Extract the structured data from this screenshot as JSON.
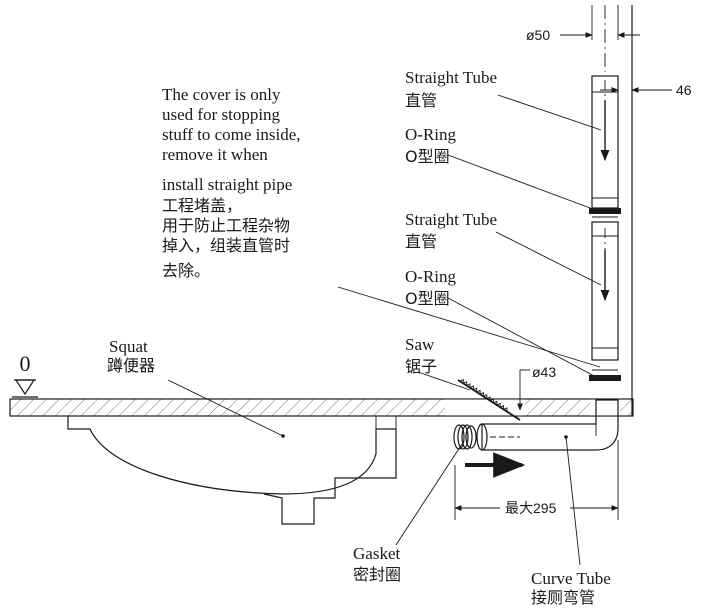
{
  "note": {
    "en": [
      "The cover is only",
      "used for stopping",
      "stuff to come inside,",
      "remove it when",
      "install straight pipe"
    ],
    "zh": [
      "工程堵盖，",
      "用于防止工程杂物",
      "掉入，组装直管时",
      "去除。"
    ]
  },
  "labels": {
    "straight_tube_1": {
      "en": "Straight Tube",
      "zh": "直管"
    },
    "o_ring_1": {
      "en": "O-Ring",
      "zh": "O型圈"
    },
    "straight_tube_2": {
      "en": "Straight Tube",
      "zh": "直管"
    },
    "o_ring_2": {
      "en": "O-Ring",
      "zh": "O型圈"
    },
    "squat": {
      "en": "Squat",
      "zh": "蹲便器"
    },
    "saw": {
      "en": "Saw",
      "zh": "锯子"
    },
    "gasket": {
      "en": "Gasket",
      "zh": "密封圈"
    },
    "curve_tube": {
      "en": "Curve Tube",
      "zh": "接厕弯管"
    }
  },
  "dimensions": {
    "tube_diameter": "ø50",
    "wall_offset": "46",
    "outlet_diameter": "ø43",
    "max_length": "最大295"
  },
  "floor_level": "0"
}
